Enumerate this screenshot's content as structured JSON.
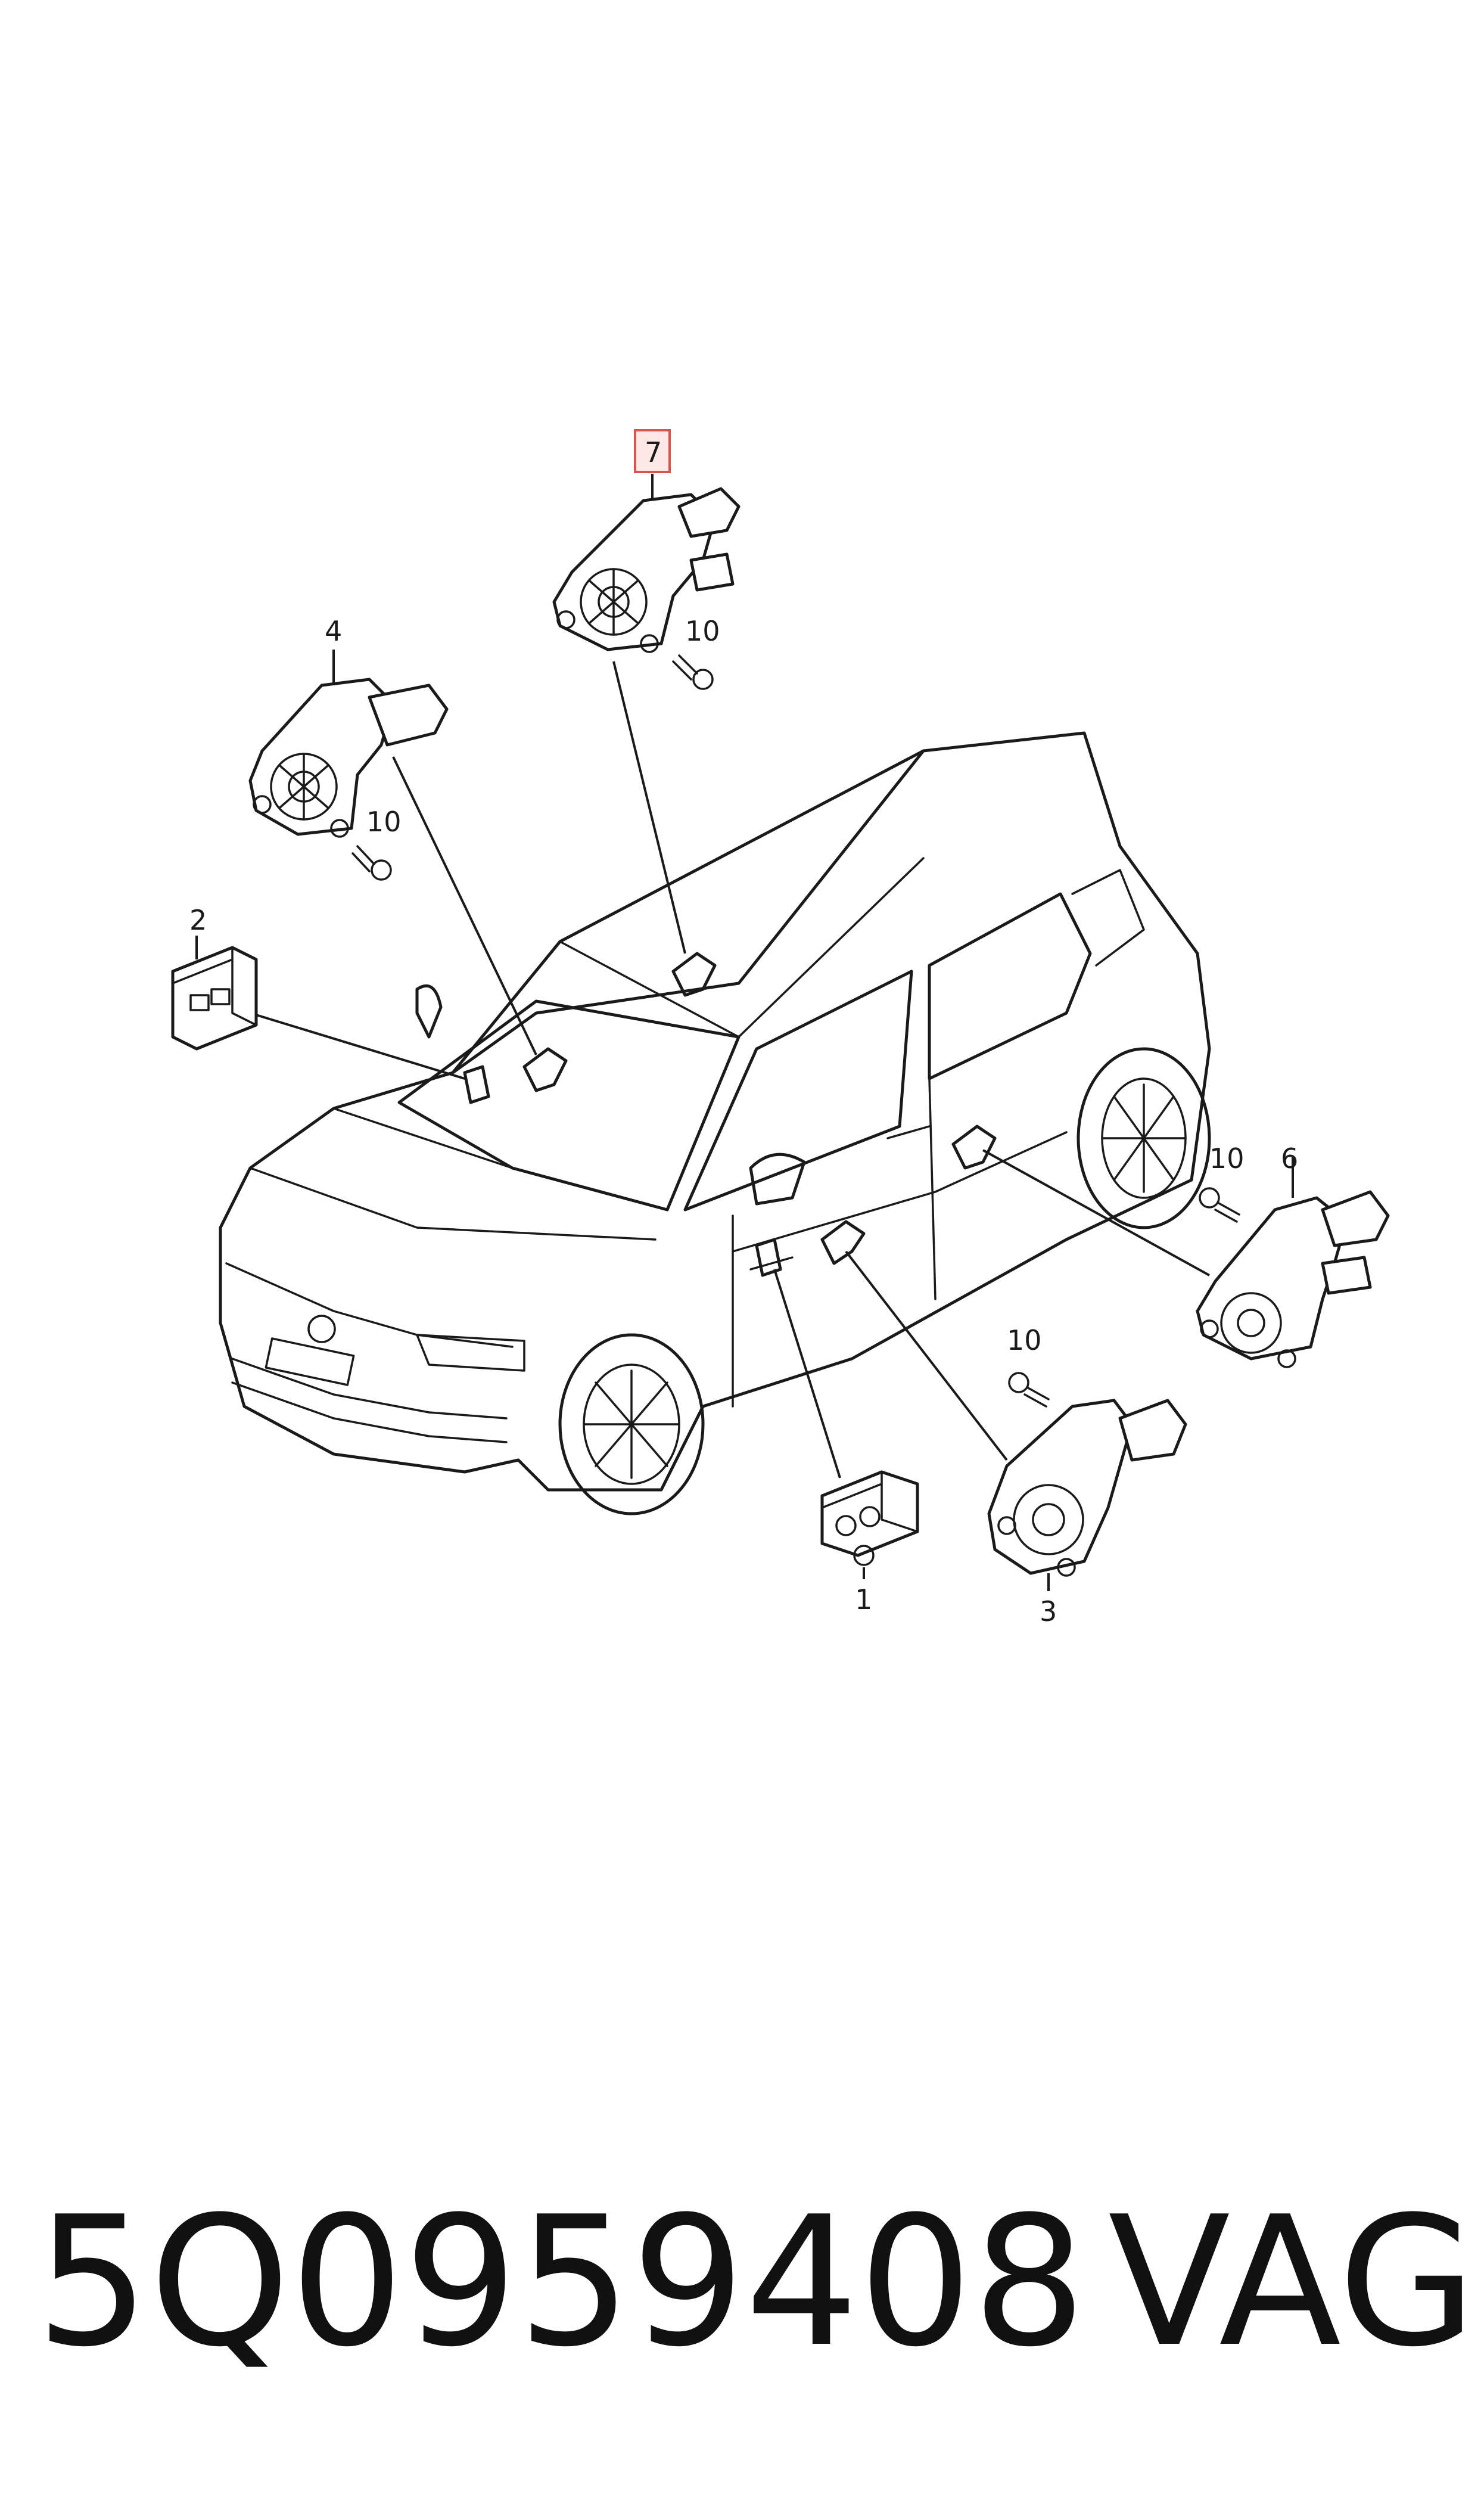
{
  "callouts": {
    "c1": "1",
    "c2": "2",
    "c3": "3",
    "c4": "4",
    "c6": "6",
    "c7": "7",
    "c10a": "10",
    "c10b": "10",
    "c10c": "10",
    "c10d": "10"
  },
  "highlighted_callout": "7",
  "caption": {
    "part_number": "5Q0959408",
    "brand": "VAG"
  },
  "colors": {
    "line": "#1a1a1a",
    "highlight_fill": "#fde7e7",
    "highlight_stroke": "#d9534f"
  }
}
